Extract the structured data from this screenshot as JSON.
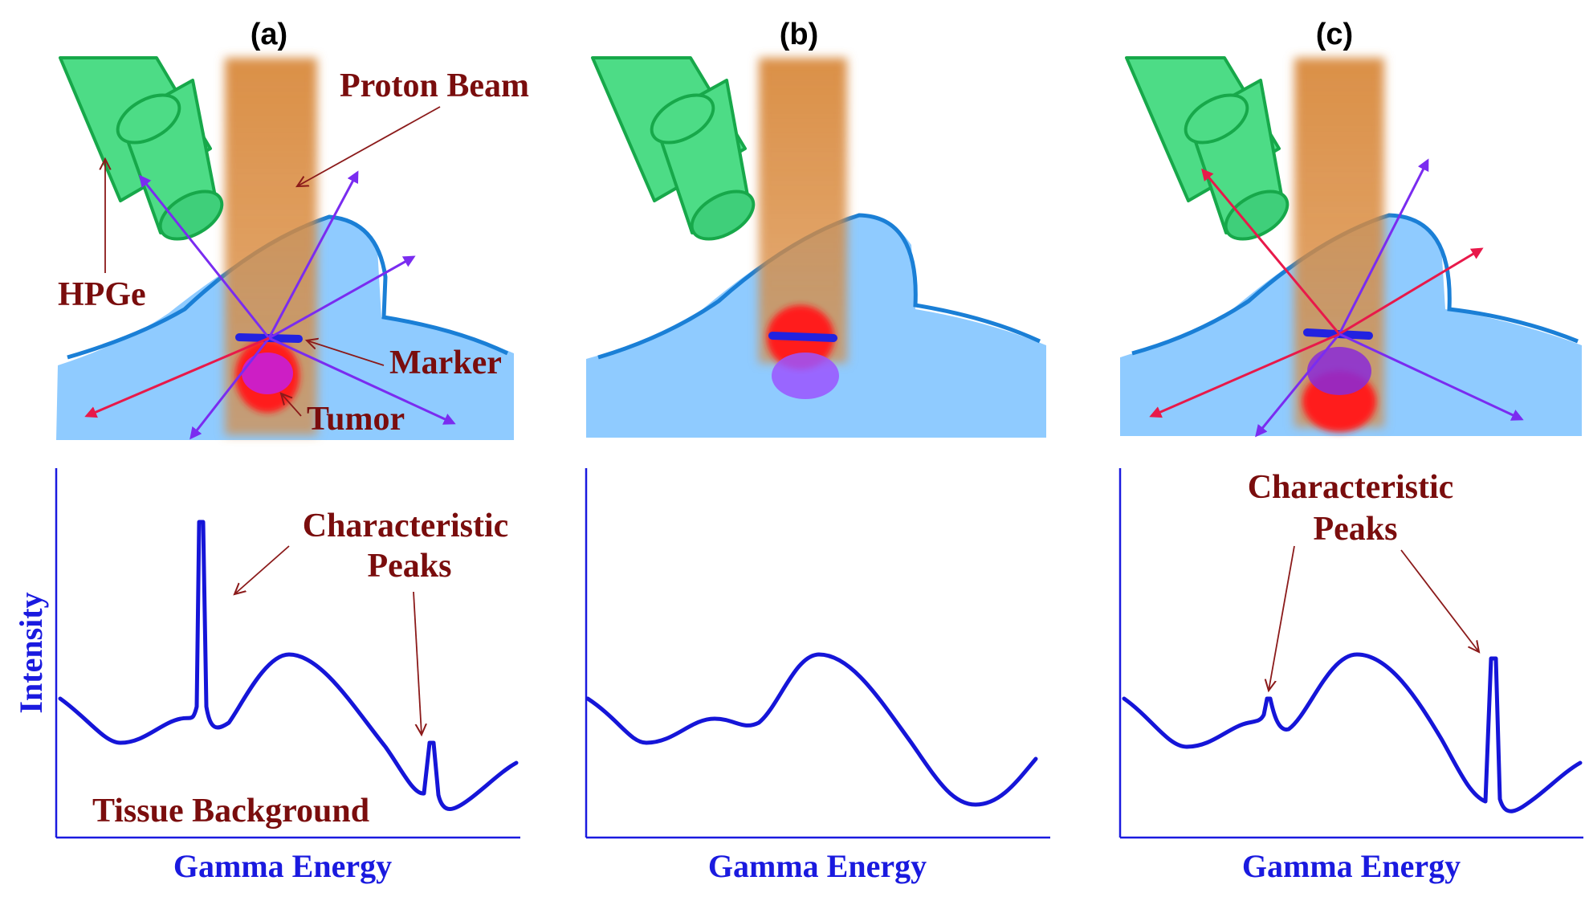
{
  "panels": [
    {
      "label": "(a)",
      "annotations": {
        "proton_beam": "Proton Beam",
        "detector": "HPGe",
        "marker": "Marker",
        "tumor": "Tumor",
        "peaks_line1": "Characteristic",
        "peaks_line2": "Peaks",
        "background": "Tissue Background"
      },
      "y_axis_label": "Intensity",
      "x_axis_label": "Gamma Energy"
    },
    {
      "label": "(b)",
      "x_axis_label": "Gamma Energy"
    },
    {
      "label": "(c)",
      "annotations": {
        "peaks_line1": "Characteristic",
        "peaks_line2": "Peaks"
      },
      "x_axis_label": "Gamma Energy"
    }
  ],
  "colors": {
    "detector": "#4ddc86",
    "detector_outline": "#17a84a",
    "beam": "#d98a3e",
    "tissue": "#8fcbff",
    "tissue_outline": "#1a7fd6",
    "tumor": "#ff1a1a",
    "marker": "#2222e0",
    "gamma_violet": "#7a2cf0",
    "gamma_red": "#e8194a",
    "annotation_text": "#7a0d0d",
    "axis": "#1a1adf"
  }
}
